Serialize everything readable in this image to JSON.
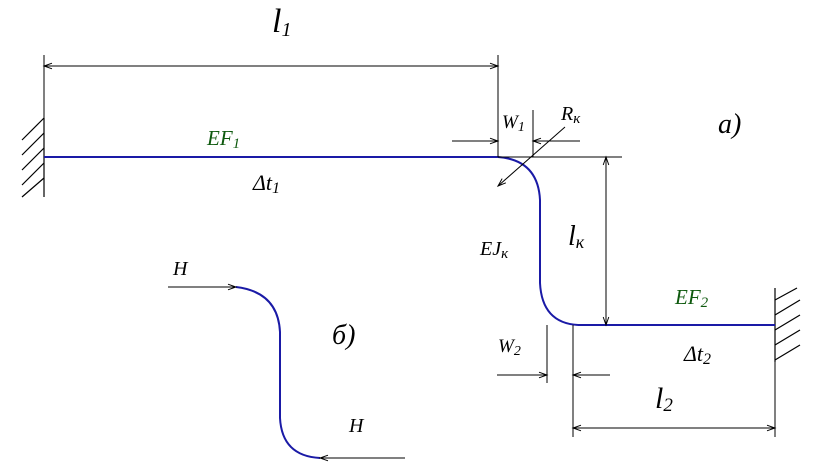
{
  "labels": {
    "l1": {
      "main": "l",
      "sub": "1"
    },
    "ef1": {
      "main": "EF",
      "sub": "1"
    },
    "dt1": {
      "main": "Δt",
      "sub": "1"
    },
    "w1": {
      "main": "W",
      "sub": "1"
    },
    "rk": {
      "main": "R",
      "sub": "к"
    },
    "a": "а)",
    "lk": {
      "main": "l",
      "sub": "к"
    },
    "ejk": {
      "main": "EJ",
      "sub": "к"
    },
    "ef2": {
      "main": "EF",
      "sub": "2"
    },
    "dt2": {
      "main": "Δt",
      "sub": "2"
    },
    "w2": {
      "main": "W",
      "sub": "2"
    },
    "l2": {
      "main": "l",
      "sub": "2"
    },
    "b": "б)",
    "h_top": "H",
    "h_bottom": "H"
  },
  "colors": {
    "pipe": "#1a1aa6",
    "ef_label": "#0f5a0f",
    "dimension": "#000000"
  }
}
